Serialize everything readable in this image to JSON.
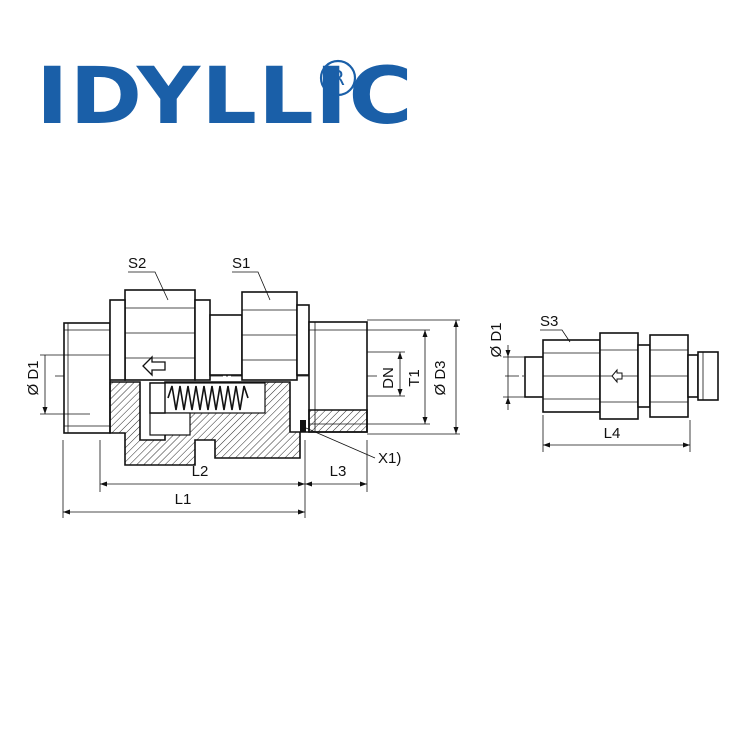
{
  "brand": {
    "logo_text": "IDYLLIC",
    "registered_mark": "®",
    "color": "#1a5fa8"
  },
  "drawing": {
    "labels": {
      "s2": "S2",
      "s1": "S1",
      "s3": "S3",
      "d1_left": "Ø D1",
      "d1_right": "Ø D1",
      "dn": "DN",
      "t1": "T1",
      "d3": "Ø D3",
      "x1": "X1)",
      "l1": "L1",
      "l2": "L2",
      "l3": "L3",
      "l4": "L4"
    }
  }
}
